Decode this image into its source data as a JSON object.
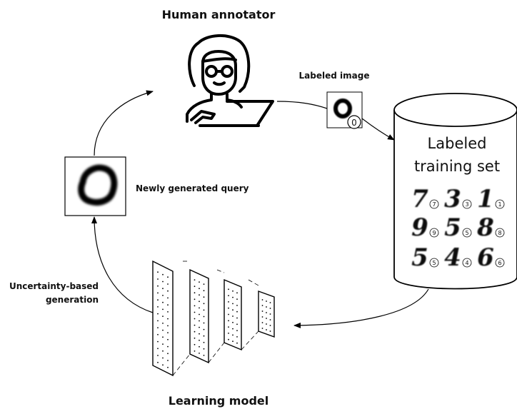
{
  "diagram": {
    "title_annotator": "Human annotator",
    "label_labeled_image": "Labeled image",
    "labeled_image_badge": "0",
    "db_title_line1": "Labeled",
    "db_title_line2": "training set",
    "label_newly_generated": "Newly generated query",
    "label_generation_line1": "Uncertainty-based",
    "label_generation_line2": "generation",
    "title_learning_model": "Learning model",
    "digits": [
      {
        "digit": "7",
        "badge": "7"
      },
      {
        "digit": "3",
        "badge": "3"
      },
      {
        "digit": "1",
        "badge": "1"
      },
      {
        "digit": "9",
        "badge": "9"
      },
      {
        "digit": "5",
        "badge": "5"
      },
      {
        "digit": "8",
        "badge": "8"
      },
      {
        "digit": "5",
        "badge": "5"
      },
      {
        "digit": "4",
        "badge": "4"
      },
      {
        "digit": "6",
        "badge": "6"
      }
    ]
  }
}
